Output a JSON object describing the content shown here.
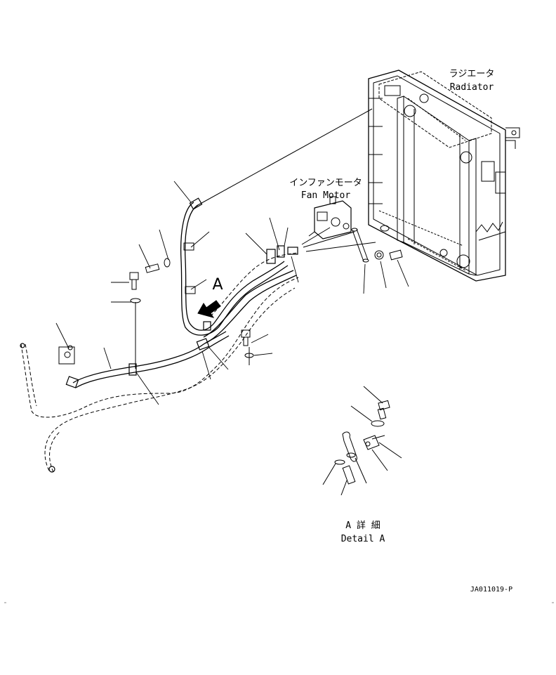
{
  "labels": {
    "radiator_jp": "ラジエータ",
    "radiator_en": "Radiator",
    "fan_motor_jp": "インファンモータ",
    "fan_motor_en": "Fan Motor",
    "view_arrow": "A",
    "detail_jp": "A 詳 細",
    "detail_en": "Detail A",
    "drawing_no": "JA011019-P"
  }
}
